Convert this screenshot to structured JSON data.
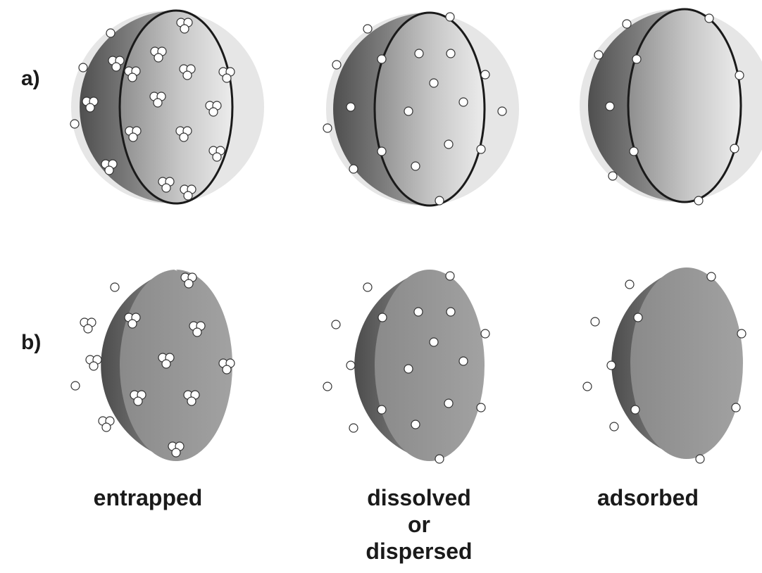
{
  "row_labels": {
    "a": "a)",
    "b": "b)"
  },
  "column_labels": {
    "entrapped": "entrapped",
    "dissolved": {
      "line1": "dissolved",
      "line2": "or",
      "line3": "dispersed"
    },
    "adsorbed": "adsorbed"
  },
  "colors": {
    "shell_dark": "#5a5a5a",
    "shell_mid": "#9a9a9a",
    "shell_light": "#e4e4e4",
    "outline": "#1a1a1a",
    "particle_fill": "#ffffff",
    "particle_stroke": "#333333"
  },
  "figures": [
    {
      "row": "a",
      "column": "entrapped",
      "view": "whole-sphere",
      "particle_distribution": "clusters throughout volume"
    },
    {
      "row": "a",
      "column": "dissolved-or-dispersed",
      "view": "whole-sphere",
      "particle_distribution": "single particles throughout volume"
    },
    {
      "row": "a",
      "column": "adsorbed",
      "view": "whole-sphere",
      "particle_distribution": "single particles on surface only"
    },
    {
      "row": "b",
      "column": "entrapped",
      "view": "cut-hemisphere",
      "particle_distribution": "clusters throughout volume"
    },
    {
      "row": "b",
      "column": "dissolved-or-dispersed",
      "view": "cut-hemisphere",
      "particle_distribution": "single particles throughout volume"
    },
    {
      "row": "b",
      "column": "adsorbed",
      "view": "cut-hemisphere",
      "particle_distribution": "single particles on surface only"
    }
  ]
}
